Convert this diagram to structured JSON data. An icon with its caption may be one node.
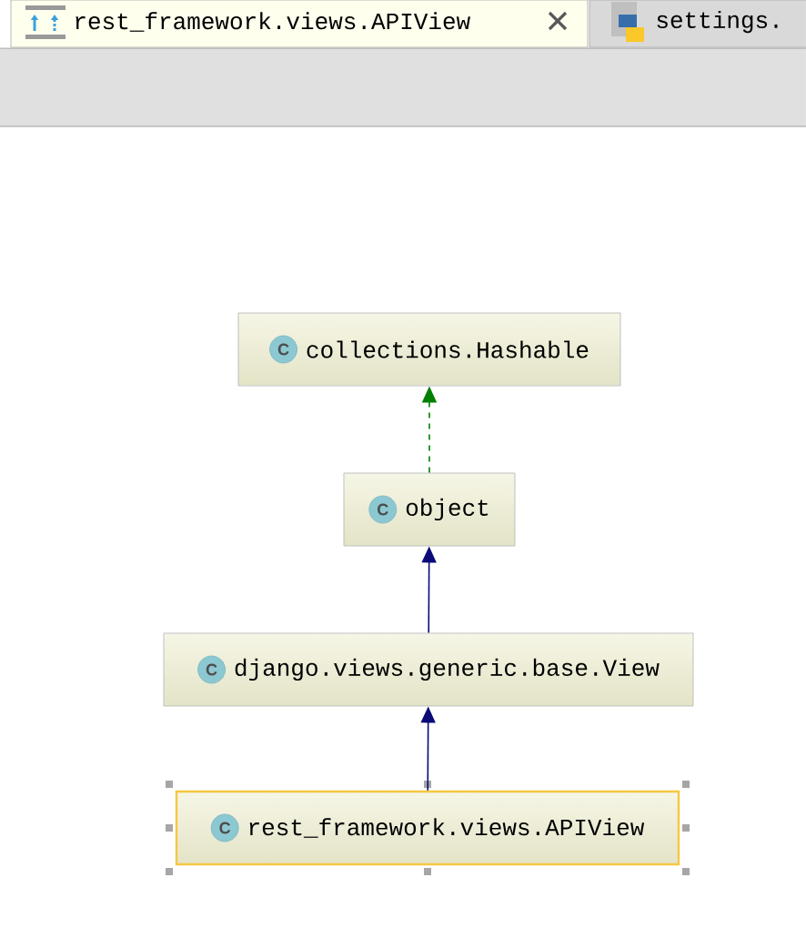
{
  "diagram": {
    "nodes": [
      {
        "text": [
          "C",
          "collections.Hashable"
        ]
      },
      {
        "text": [
          "C",
          "object"
        ]
      },
      {
        "text": [
          "C",
          "django.views.generic.base.View"
        ]
      },
      {
        "text": [
          "C",
          "rest_framework.views.APIView"
        ]
      }
    ],
    "edges": [
      {
        "from": 1,
        "to": 0,
        "arrow": "to",
        "style": "dashed",
        "color": "#007f00"
      },
      {
        "from": 2,
        "to": 1,
        "arrow": "to"
      },
      {
        "from": 3,
        "to": 2,
        "arrow": "to"
      }
    ],
    "labels": [
      "rest_framework.views.APIView",
      "settings."
    ]
  }
}
